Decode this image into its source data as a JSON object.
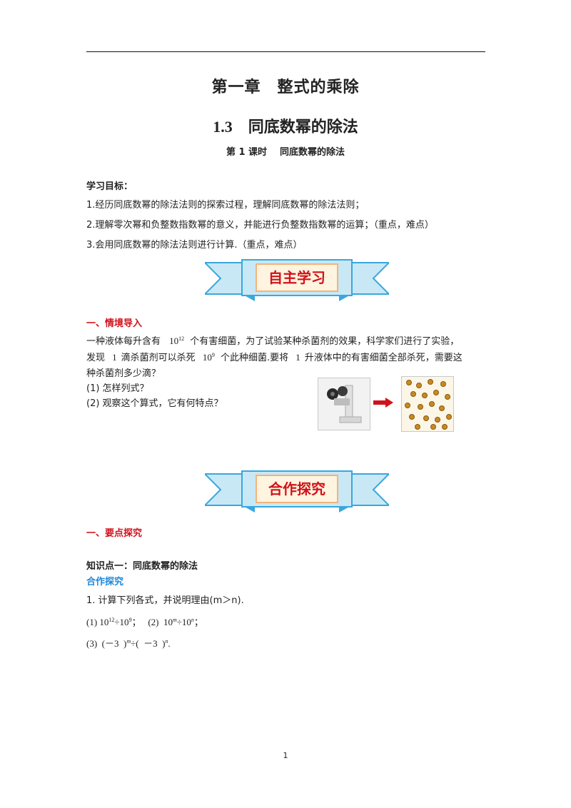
{
  "header": {
    "chapter": "第一章　整式的乘除",
    "section_number": "1.3",
    "section_title": "同底数幂的除法",
    "lesson_prefix": "第 1 课时",
    "lesson_title": "同底数幂的除法"
  },
  "objectives": {
    "heading": "学习目标：",
    "items": [
      "1.经历同底数幂的除法法则的探索过程，理解同底数幂的除法法则；",
      "2.理解零次幂和负整数指数幂的意义，并能进行负整数指数幂的运算；（重点，难点）",
      "3.会用同底数幂的除法法则进行计算.（重点，难点）"
    ]
  },
  "banners": {
    "self_study": "自主学习",
    "cooperative": "合作探究"
  },
  "intro": {
    "heading": "一、情境导入",
    "line1_a": "一种液体每升含有",
    "line1_base": "10",
    "line1_exp": "12",
    "line1_b": "个有害细菌，为了试验某种杀菌剂的效果，科学家们进行了实验，",
    "line2_a": "发现",
    "line2_num": "1",
    "line2_b": "滴杀菌剂可以杀死",
    "line2_base": "10",
    "line2_exp": "9",
    "line2_c": "个此种细菌.要将",
    "line2_num2": "1",
    "line2_d": "升液体中的有害细菌全部杀死，需要这",
    "line3": "种杀菌剂多少滴？",
    "q1": "(1)  怎样列式？",
    "q2": "(2)  观察这个算式，它有何特点？"
  },
  "explore": {
    "heading": "一、要点探究",
    "kp_heading": "知识点一：同底数幂的除法",
    "sub_heading": "合作探究",
    "task": "1. 计算下列各式，并说明理由(m＞n).",
    "exp1_prefix": "(1) ",
    "exp1_base": "10",
    "exp1_exp": "12",
    "exp1_div": "÷10",
    "exp1_exp2": "9",
    "exp1_sep": "；   (2)  ",
    "exp2_base": "10",
    "exp2_exp": "m",
    "exp2_div": "÷10",
    "exp2_exp2": "n",
    "exp2_end": "；",
    "exp3_prefix": "(3)  (－3  )",
    "exp3_exp": "m",
    "exp3_div": "÷(  －3  )",
    "exp3_exp2": "n",
    "exp3_end": "."
  },
  "footer": {
    "page_number": "1"
  },
  "colors": {
    "accent_red": "#d0121b",
    "accent_blue": "#1e88d8",
    "banner_fill": "#c9e8f5",
    "banner_stroke": "#3aa7dd"
  },
  "icons": [
    "microscope-image",
    "red-arrow-icon",
    "bacteria-image"
  ]
}
